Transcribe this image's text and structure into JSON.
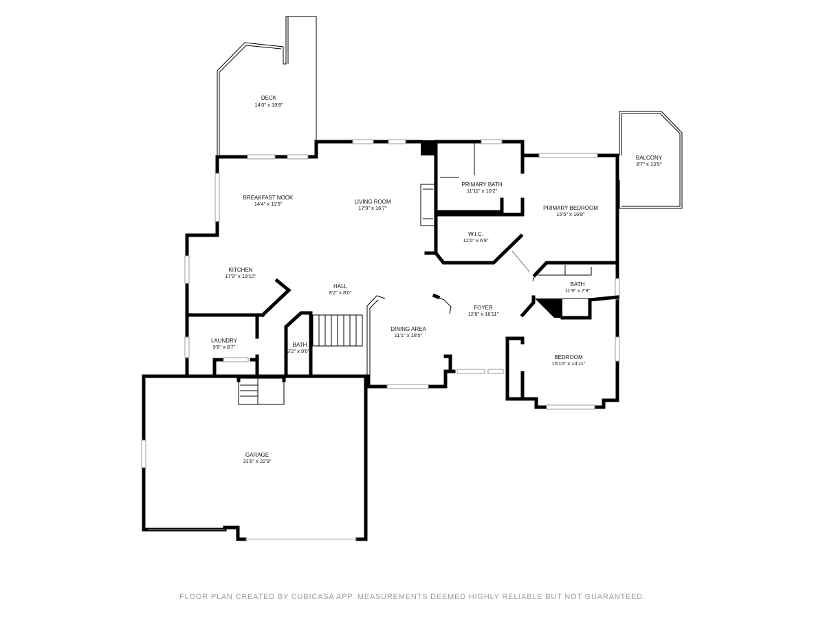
{
  "rooms": {
    "deck": {
      "name": "DECK",
      "dim": "14'0\" x 19'8\""
    },
    "breakfast_nook": {
      "name": "BREAKFAST NOOK",
      "dim": "14'4\" x 11'5\""
    },
    "living_room": {
      "name": "LIVING ROOM",
      "dim": "17'9\" x 16'7\""
    },
    "primary_bath": {
      "name": "PRIMARY BATH",
      "dim": "11'11\" x 10'2\""
    },
    "primary_bedroom": {
      "name": "PRIMARY BEDROOM",
      "dim": "15'5\" x 16'8\""
    },
    "balcony": {
      "name": "BALCONY",
      "dim": "8'7\" x 13'5\""
    },
    "wic": {
      "name": "W.I.C.",
      "dim": "12'0\" x 6'9\""
    },
    "kitchen": {
      "name": "KITCHEN",
      "dim": "17'9\" x 19'10\""
    },
    "hall": {
      "name": "HALL",
      "dim": "8'2\" x 8'0\""
    },
    "bath_right": {
      "name": "BATH",
      "dim": "11'9\" x 7'9\""
    },
    "foyer": {
      "name": "FOYER",
      "dim": "12'8\" x 16'11\""
    },
    "laundry": {
      "name": "LAUNDRY",
      "dim": "9'8\" x 8'7\""
    },
    "bath_left": {
      "name": "BATH",
      "dim": "3'2\" x 9'0\""
    },
    "dining_area": {
      "name": "DINING AREA",
      "dim": "11'1\" x 18'5\""
    },
    "bedroom": {
      "name": "BEDROOM",
      "dim": "15'10\" x 14'11\""
    },
    "garage": {
      "name": "GARAGE",
      "dim": "31'6\" x 22'9\""
    }
  },
  "footer": "FLOOR PLAN CREATED BY CUBICASA APP. MEASUREMENTS DEEMED HIGHLY RELIABLE BUT NOT GUARANTEED."
}
